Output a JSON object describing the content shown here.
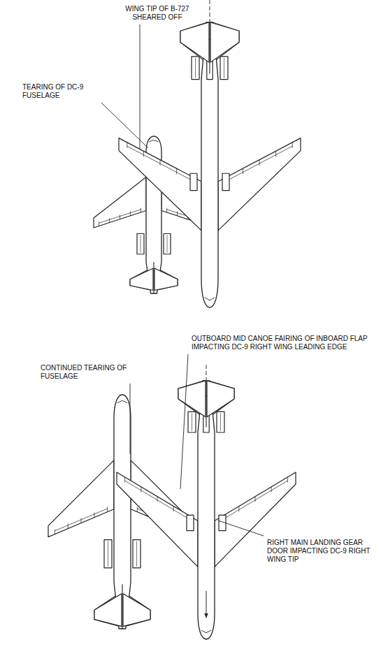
{
  "diagram": {
    "labels": [
      "WING TIP OF B-727 SHEARED OFF",
      "TEARING OF DC-9 FUSELAGE",
      "OUTBOARD MID CANOE FAIRING OF INBOARD FLAP IMPACTING DC-9 RIGHT WING LEADING EDGE",
      "CONTINUED TEARING OF FUSELAGE",
      "RIGHT MAIN LANDING GEAR DOOR IMPACTING DC-9 RIGHT WING TIP"
    ]
  }
}
